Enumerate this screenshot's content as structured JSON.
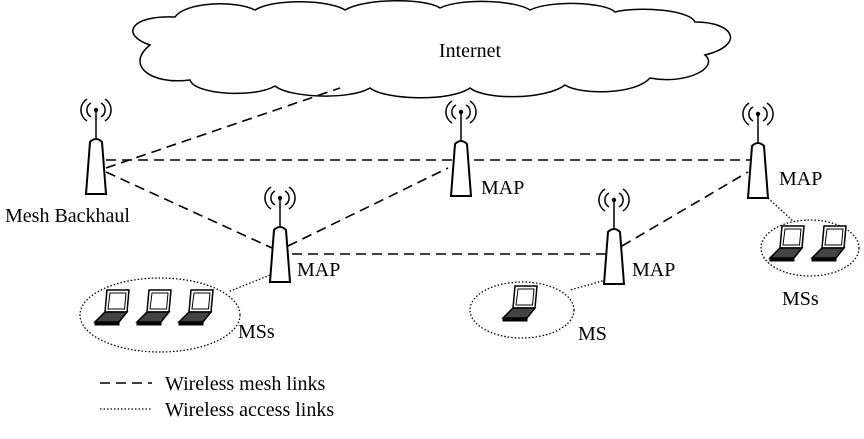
{
  "cloud": {
    "label": "Internet"
  },
  "nodes": {
    "backhaul": {
      "label": "Mesh Backhaul"
    },
    "map_center": {
      "label": "MAP"
    },
    "map_right": {
      "label": "MAP"
    },
    "map_left": {
      "label": "MAP"
    },
    "map_mid": {
      "label": "MAP"
    }
  },
  "clusters": {
    "left": {
      "label": "MSs"
    },
    "middle": {
      "label": "MS"
    },
    "right": {
      "label": "MSs"
    }
  },
  "legend": {
    "mesh": "Wireless mesh links",
    "access": "Wireless access links"
  }
}
